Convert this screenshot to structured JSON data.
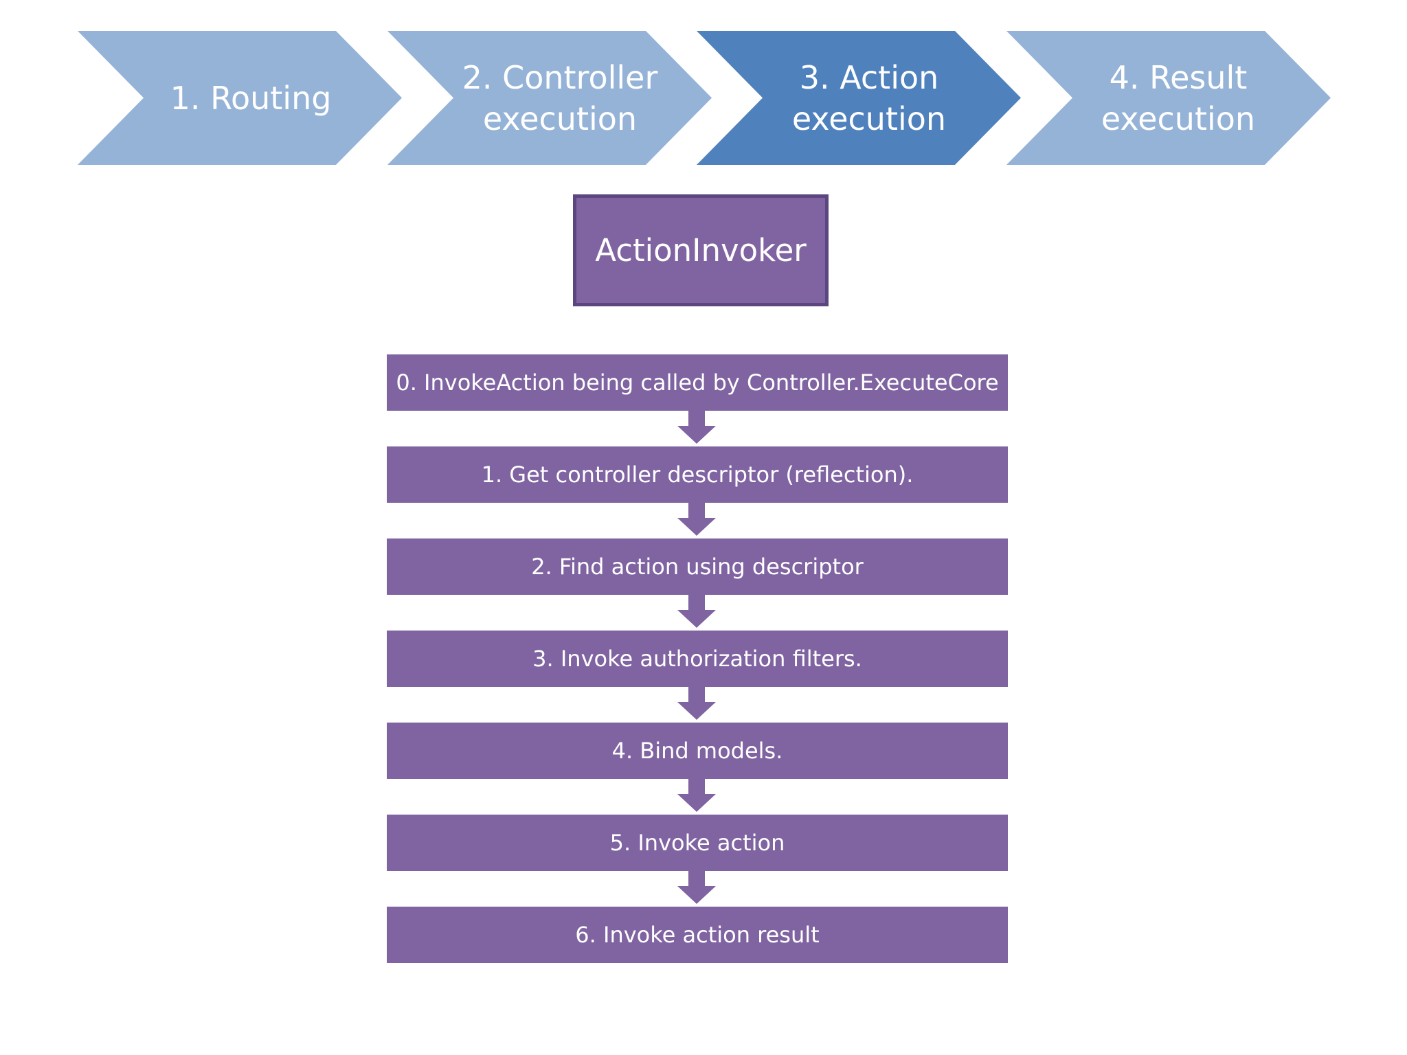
{
  "colors": {
    "chevron_inactive": "#95b3d7",
    "chevron_active": "#4f81bd",
    "invoker_fill": "#8064a2",
    "invoker_border": "#5c4680",
    "step_fill": "#8064a2",
    "arrow_fill": "#8064a2",
    "text": "#ffffff"
  },
  "pipeline": {
    "stages": [
      {
        "label": "1. Routing",
        "active": false
      },
      {
        "label": "2. Controller\nexecution",
        "active": false
      },
      {
        "label": "3. Action\nexecution",
        "active": true
      },
      {
        "label": "4. Result\nexecution",
        "active": false
      }
    ]
  },
  "invoker": {
    "label": "ActionInvoker"
  },
  "steps": [
    {
      "label": "0. InvokeAction being called by Controller.ExecuteCore"
    },
    {
      "label": "1. Get controller descriptor (reflection)."
    },
    {
      "label": "2. Find action using descriptor"
    },
    {
      "label": "3. Invoke authorization filters."
    },
    {
      "label": "4. Bind models."
    },
    {
      "label": "5. Invoke action"
    },
    {
      "label": "6. Invoke action result"
    }
  ]
}
